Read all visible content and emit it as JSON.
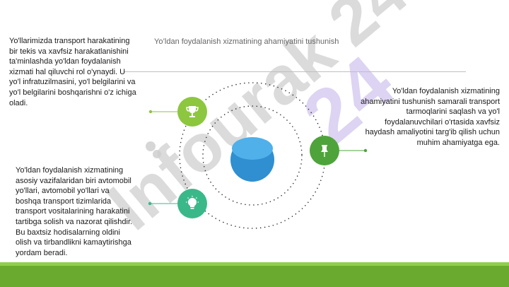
{
  "slide": {
    "title": "Yo’ldan foydalanish xizmatining ahamiyatini tushunish",
    "watermark": "lnfourak 24",
    "left_top_text": "Yo'llarimizda transport harakatining bir tekis va xavfsiz harakatlanishini ta'minlashda yo'ldan foydalanish xizmati hal qiluvchi rol o'ynaydi. U yo'l infratuzilmasini, yo'l belgilarini va yo'l belgilarini boshqarishni o'z ichiga oladi.",
    "right_text": "Yo'ldan foydalanish xizmatining ahamiyatini tushunish samarali transport tarmoqlarini saqlash va yo'l foydalanuvchilari o'rtasida xavfsiz haydash amaliyotini targ'ib qilish uchun muhim ahamiyatga ega.",
    "left_bottom_text": "Yo'ldan foydalanish xizmatining asosiy vazifalaridan biri avtomobil yo'llari, avtomobil yo'llari va boshqa transport tizimlarida transport vositalarining harakatini tartibga solish va nazorat qilishdir. Bu baxtsiz hodisalarning oldini olish va tirbandlikni kamaytirishga yordam beradi."
  },
  "icons": [
    "trophy-icon",
    "pin-icon",
    "lightbulb-icon"
  ],
  "colors": {
    "green_light": "#8dc63f",
    "green_mid": "#4fa33b",
    "teal": "#3bb88a",
    "sphere_blue": "#2f8fd0",
    "footer_green": "#6aaa2f",
    "watermark_purple": "#d8ccf0",
    "watermark_gray": "#c8c8c8"
  }
}
